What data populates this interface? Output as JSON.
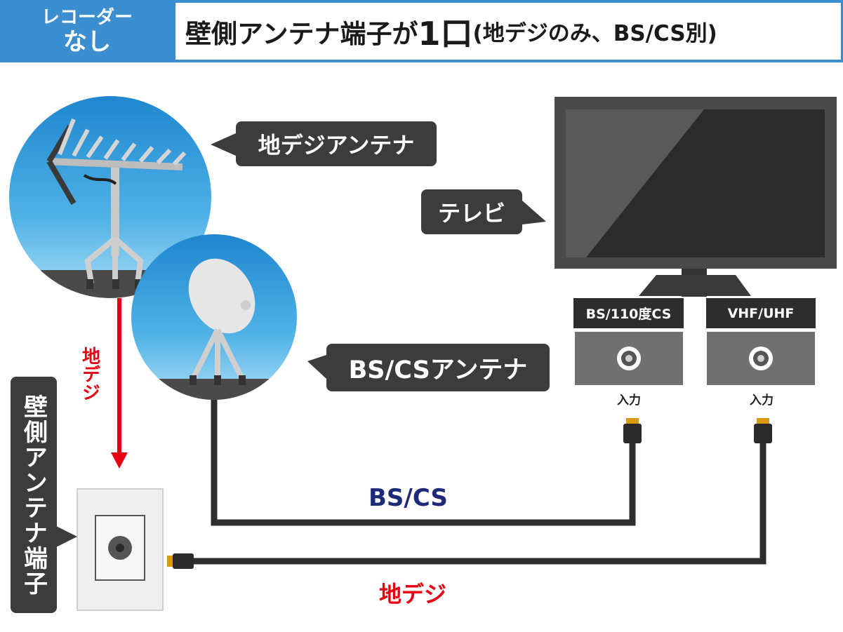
{
  "header": {
    "tag_line1": "レコーダー",
    "tag_line2": "なし",
    "title_main": "壁側アンテナ端子が",
    "title_num": "1口",
    "title_sub": "(地デジのみ、BS/CS別)"
  },
  "callouts": {
    "terrestrial_antenna": "地デジアンテナ",
    "satellite_antenna": "BS/CSアンテナ",
    "tv": "テレビ",
    "wall_terminal": "壁側アンテナ端子"
  },
  "ports": {
    "bs": {
      "label": "BS/110度CS",
      "input": "入力"
    },
    "vhf": {
      "label": "VHF/UHF",
      "input": "入力"
    }
  },
  "cables": {
    "bs_cs": "BS/CS",
    "chideji_bottom": "地デジ",
    "chideji_vertical": "地デジ"
  },
  "colors": {
    "header_blue": "#3b8fd1",
    "callout_bg": "#3c3c3c",
    "terrestrial_red": "#e60012",
    "bs_navy": "#1d2a7a",
    "sky_blue": "#2b9ad9"
  }
}
